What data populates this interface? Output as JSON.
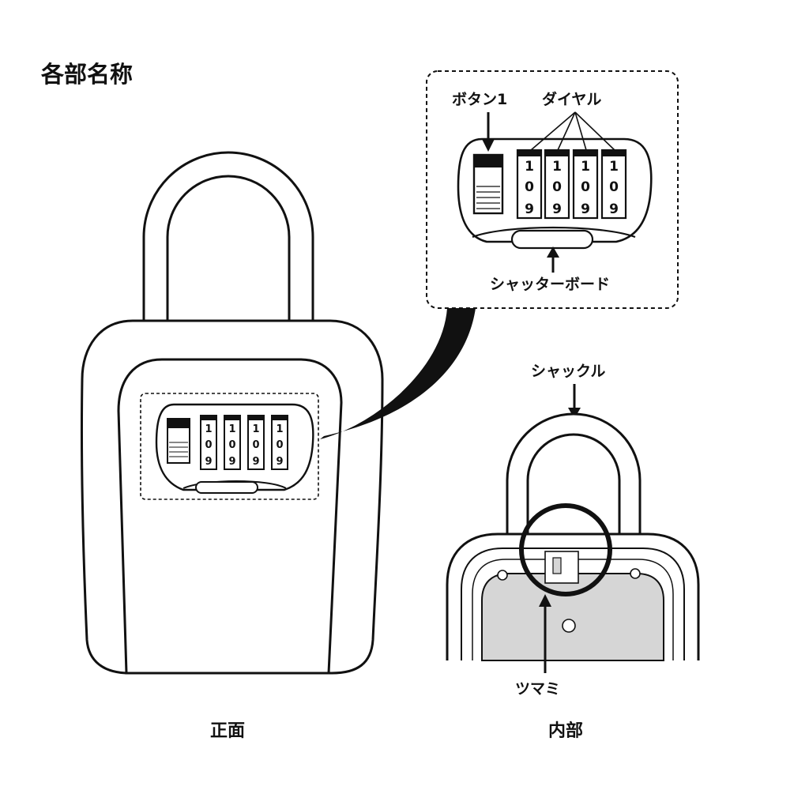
{
  "title": "各部名称",
  "captions": {
    "front": "正面",
    "inside": "内部"
  },
  "callouts": {
    "button": "ボタン1",
    "dial": "ダイヤル",
    "shutter_board": "シャッターボード",
    "shackle": "シャックル",
    "knob": "ツマミ"
  },
  "dials": [
    {
      "top": "1",
      "middle": "0",
      "bottom": "9"
    },
    {
      "top": "1",
      "middle": "0",
      "bottom": "9"
    },
    {
      "top": "1",
      "middle": "0",
      "bottom": "9"
    },
    {
      "top": "1",
      "middle": "0",
      "bottom": "9"
    }
  ],
  "colors": {
    "ink": "#111111",
    "paper": "#ffffff",
    "interior": "#d6d6d6"
  }
}
